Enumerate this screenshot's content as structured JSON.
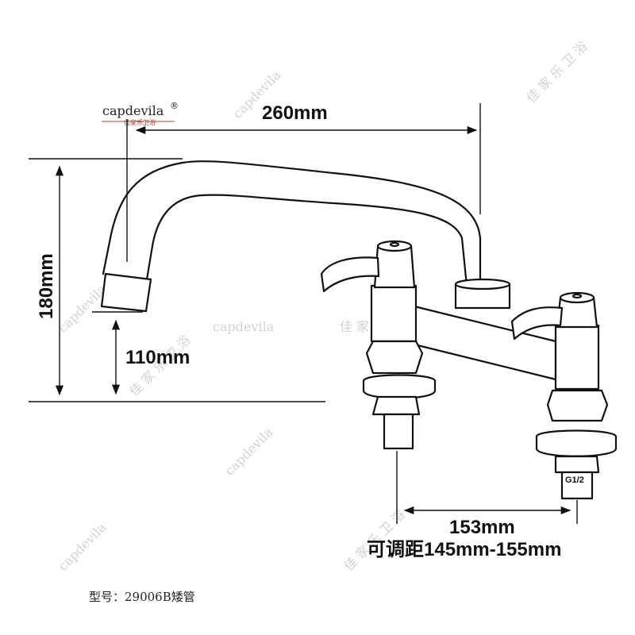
{
  "brand": {
    "name": "capdevila",
    "registered_mark": "®",
    "chinese_name": "佳家乐卫浴"
  },
  "dimensions": {
    "spout_reach": "260mm",
    "total_height": "180mm",
    "spout_clearance": "110mm",
    "center_distance": "153mm",
    "adjustable_range": "可调距145mm-155mm",
    "thread_size": "G1/2"
  },
  "watermarks": [
    {
      "text": "capdevila"
    },
    {
      "text": "佳 家 乐 卫 浴"
    },
    {
      "text": "capdevila"
    },
    {
      "text": "佳 家 乐 卫 浴"
    },
    {
      "text": "capdevila"
    },
    {
      "text": "佳 家 乐 卫 浴"
    },
    {
      "text": "capdevila"
    },
    {
      "text": "佳 家 乐 卫 浴"
    },
    {
      "text": "capdevila"
    }
  ],
  "model_label": "型号：29006B矮管",
  "colors": {
    "line": "#111111",
    "brand_red": "#c0392b",
    "watermark": "#d2d2d2"
  }
}
